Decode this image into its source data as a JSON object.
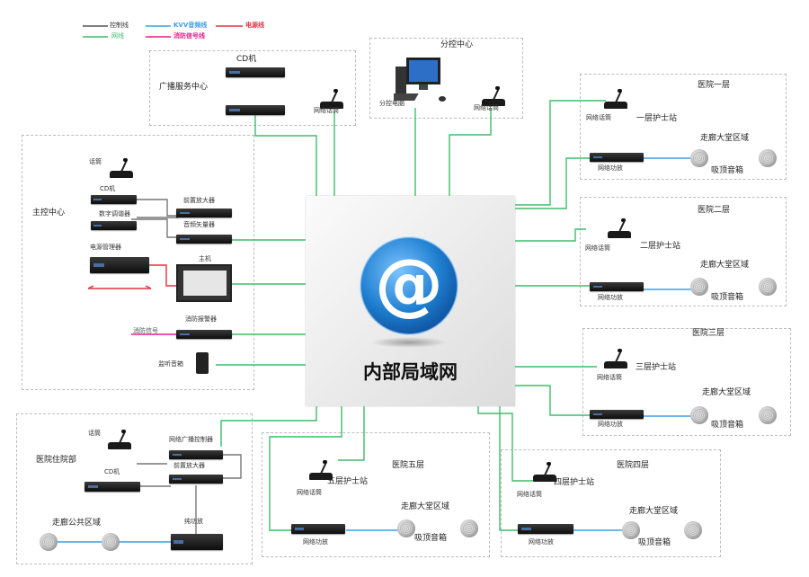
{
  "legend": {
    "ctrl": "控制线",
    "kvv": "KVV音频线",
    "power": "电源线",
    "net": "网线",
    "fire": "消防信号线"
  },
  "center": {
    "label": "内部局域网",
    "icon": "at-sign-icon"
  },
  "broadcast": {
    "title": "广播服务中心",
    "cd": "CD机",
    "mic": "网络话筒"
  },
  "subctrl": {
    "title": "分控中心",
    "pc": "分控电脑",
    "mic": "网络话筒"
  },
  "master": {
    "title": "主控中心",
    "mic": "话筒",
    "cd": "CD机",
    "tuner": "数字调谐器",
    "pre_amp": "前置放大器",
    "mixer": "音频矢量器",
    "power_mgr": "电源管理器",
    "host": "主机",
    "fire_signal": "消防信号",
    "fire_alarm": "消防报警器",
    "monitor": "监听音箱"
  },
  "f1": {
    "title": "医院一层",
    "mic": "网络话筒",
    "station": "一层护士站",
    "amp": "网络功放",
    "corridor": "走廊大堂区域",
    "speaker": "吸顶音箱"
  },
  "f2": {
    "title": "医院二层",
    "mic": "网络话筒",
    "station": "二层护士站",
    "amp": "网络功放",
    "corridor": "走廊大堂区域",
    "speaker": "吸顶音箱"
  },
  "f3": {
    "title": "医院三层",
    "mic": "网络话筒",
    "station": "三层护士站",
    "amp": "网络功放",
    "corridor": "走廊大堂区域",
    "speaker": "吸顶音箱"
  },
  "f4": {
    "title": "医院四层",
    "mic": "网络话筒",
    "station": "四层护士站",
    "amp": "网络功放",
    "corridor": "走廊大堂区域",
    "speaker": "吸顶音箱"
  },
  "f5": {
    "title": "医院五层",
    "mic": "网络话筒",
    "station": "五层护士站",
    "amp": "网络功放",
    "corridor": "走廊大堂区域",
    "speaker": "吸顶音箱"
  },
  "inpatient": {
    "title": "医院住院部",
    "mic": "话筒",
    "cd": "CD机",
    "controller": "网络广播控制器",
    "pre_amp": "前置放大器",
    "pure_amp": "纯功放",
    "area": "走廊公共区域"
  },
  "colors": {
    "net": "#3dbd6b",
    "kvv": "#3aa0e8",
    "power": "#e5313e",
    "fire": "#e0208a",
    "ctrl": "#555555",
    "at_blue": "#1f7fd0"
  }
}
